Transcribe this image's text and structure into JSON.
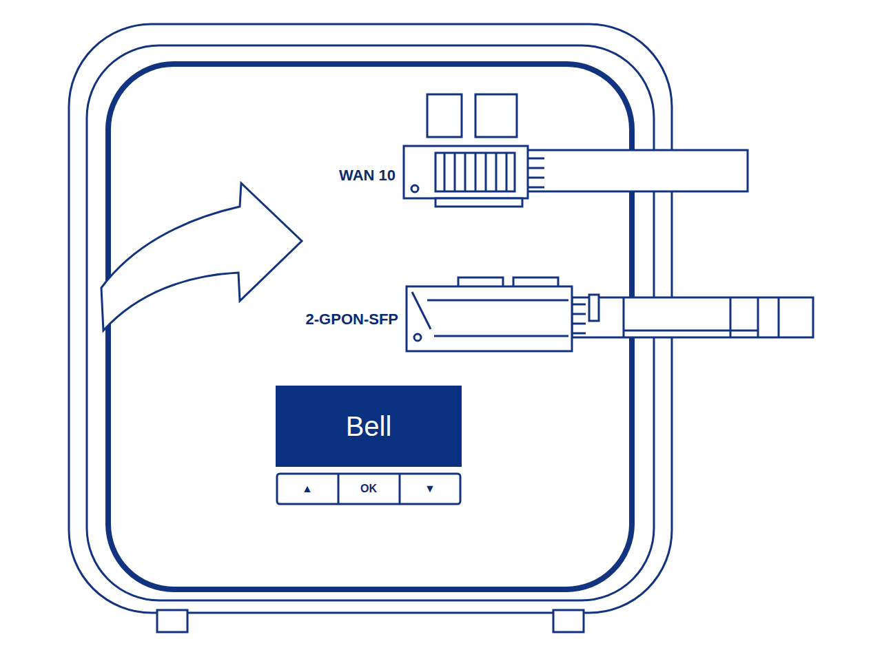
{
  "diagram": {
    "nodes": [
      {
        "text": [
          "Bell"
        ]
      }
    ],
    "labels": [
      "WAN 10",
      "2-GPON-SFP",
      "▲",
      "OK",
      "▼"
    ]
  }
}
